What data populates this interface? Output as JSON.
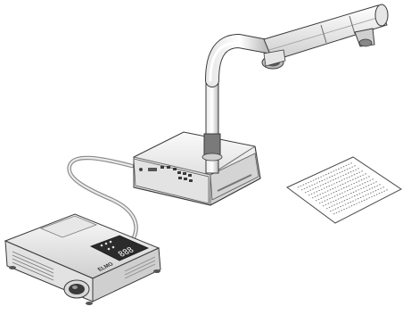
{
  "projector": {
    "brand": "ELMO",
    "display_text": "888"
  },
  "colors": {
    "outline": "#3a3a3a",
    "body_light": "#f2f2f2",
    "body_mid": "#d8d8d8",
    "body_dark": "#9a9a9a",
    "panel_dark": "#2b2b2b",
    "cable": "#bdbdbd"
  },
  "icons": [
    "document-camera",
    "projector",
    "paper-document",
    "connection-cable"
  ]
}
